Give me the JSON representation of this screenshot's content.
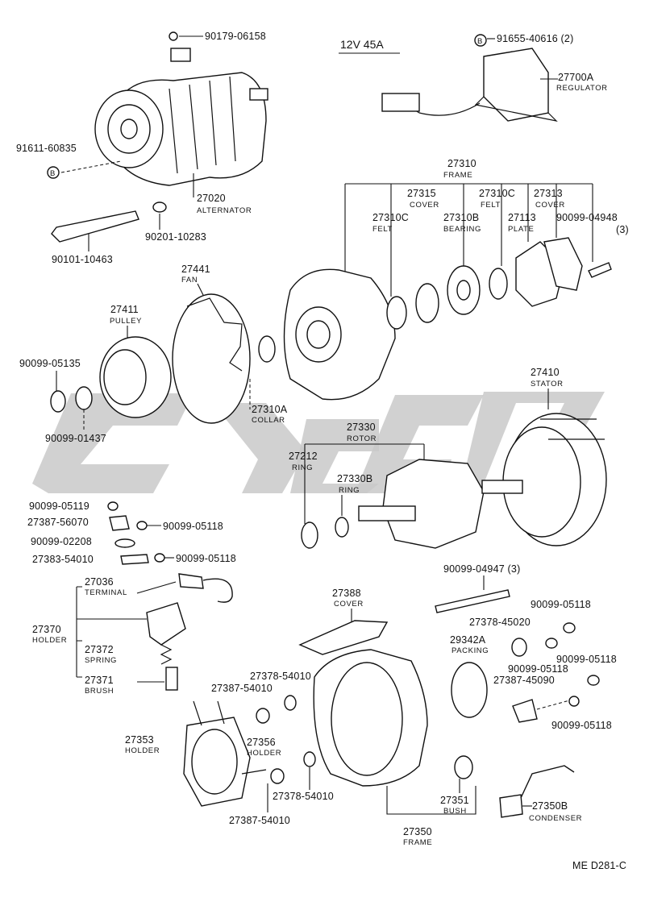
{
  "header": {
    "voltage_rating": "12V 45A"
  },
  "doc_code": "ME D281-C",
  "colors": {
    "ink": "#111111",
    "watermark": "#c9c9c9",
    "paper": "#ffffff"
  },
  "labels": {
    "p90179": "90179-06158",
    "p91611": "91611-60835",
    "mark_b1": "B",
    "p27020": "27020",
    "n27020": "ALTERNATOR",
    "p90201": "90201-10283",
    "p90101": "90101-10463",
    "p91655": "91655-40616 (2)",
    "mark_b2": "B",
    "p27700A": "27700A",
    "n27700A": "REGULATOR",
    "p27310": "27310",
    "n27310": "FRAME",
    "p27315": "27315",
    "n27315": "COVER",
    "p27310C_a": "27310C",
    "n27310C_a": "FELT",
    "p27310B": "27310B",
    "n27310B": "BEARING",
    "p27310C_b": "27310C",
    "n27310C_b": "FELT",
    "p27113": "27113",
    "n27113": "PLATE",
    "p27313": "27313",
    "n27313": "COVER",
    "p90099_04948": "90099-04948",
    "q90099_04948": "(3)",
    "p27441": "27441",
    "n27441": "FAN",
    "p27411": "27411",
    "n27411": "PULLEY",
    "p90099_05135": "90099-05135",
    "p90099_01437": "90099-01437",
    "p27310A": "27310A",
    "n27310A": "COLLAR",
    "p27410": "27410",
    "n27410": "STATOR",
    "p27330": "27330",
    "n27330": "ROTOR",
    "p27212": "27212",
    "n27212": "RING",
    "p27330B": "27330B",
    "n27330B": "RING",
    "p90099_05119": "90099-05119",
    "p27387_56070": "27387-56070",
    "p90099_05118_a": "90099-05118",
    "p90099_02208": "90099-02208",
    "p27383": "27383-54010",
    "p90099_05118_b": "90099-05118",
    "p27036": "27036",
    "n27036": "TERMINAL",
    "p27370": "27370",
    "n27370": "HOLDER",
    "p27372": "27372",
    "n27372": "SPRING",
    "p27371": "27371",
    "n27371": "BRUSH",
    "p90099_04947": "90099-04947 (3)",
    "p27388": "27388",
    "n27388": "COVER",
    "p90099_05118_c": "90099-05118",
    "p27378_45020": "27378-45020",
    "p29342A": "29342A",
    "n29342A": "PACKING",
    "p90099_05118_d": "90099-05118",
    "p90099_05118_e": "90099-05118",
    "p27387_45090": "27387-45090",
    "p90099_05118_f": "90099-05118",
    "p27378_54010_a": "27378-54010",
    "p27387_54010_a": "27387-54010",
    "p27353": "27353",
    "n27353": "HOLDER",
    "p27356": "27356",
    "n27356": "HOLDER",
    "p27378_54010_b": "27378-54010",
    "p27387_54010_b": "27387-54010",
    "p27351": "27351",
    "n27351": "BUSH",
    "p27350B": "27350B",
    "n27350B": "CONDENSER",
    "p27350": "27350",
    "n27350": "FRAME"
  }
}
